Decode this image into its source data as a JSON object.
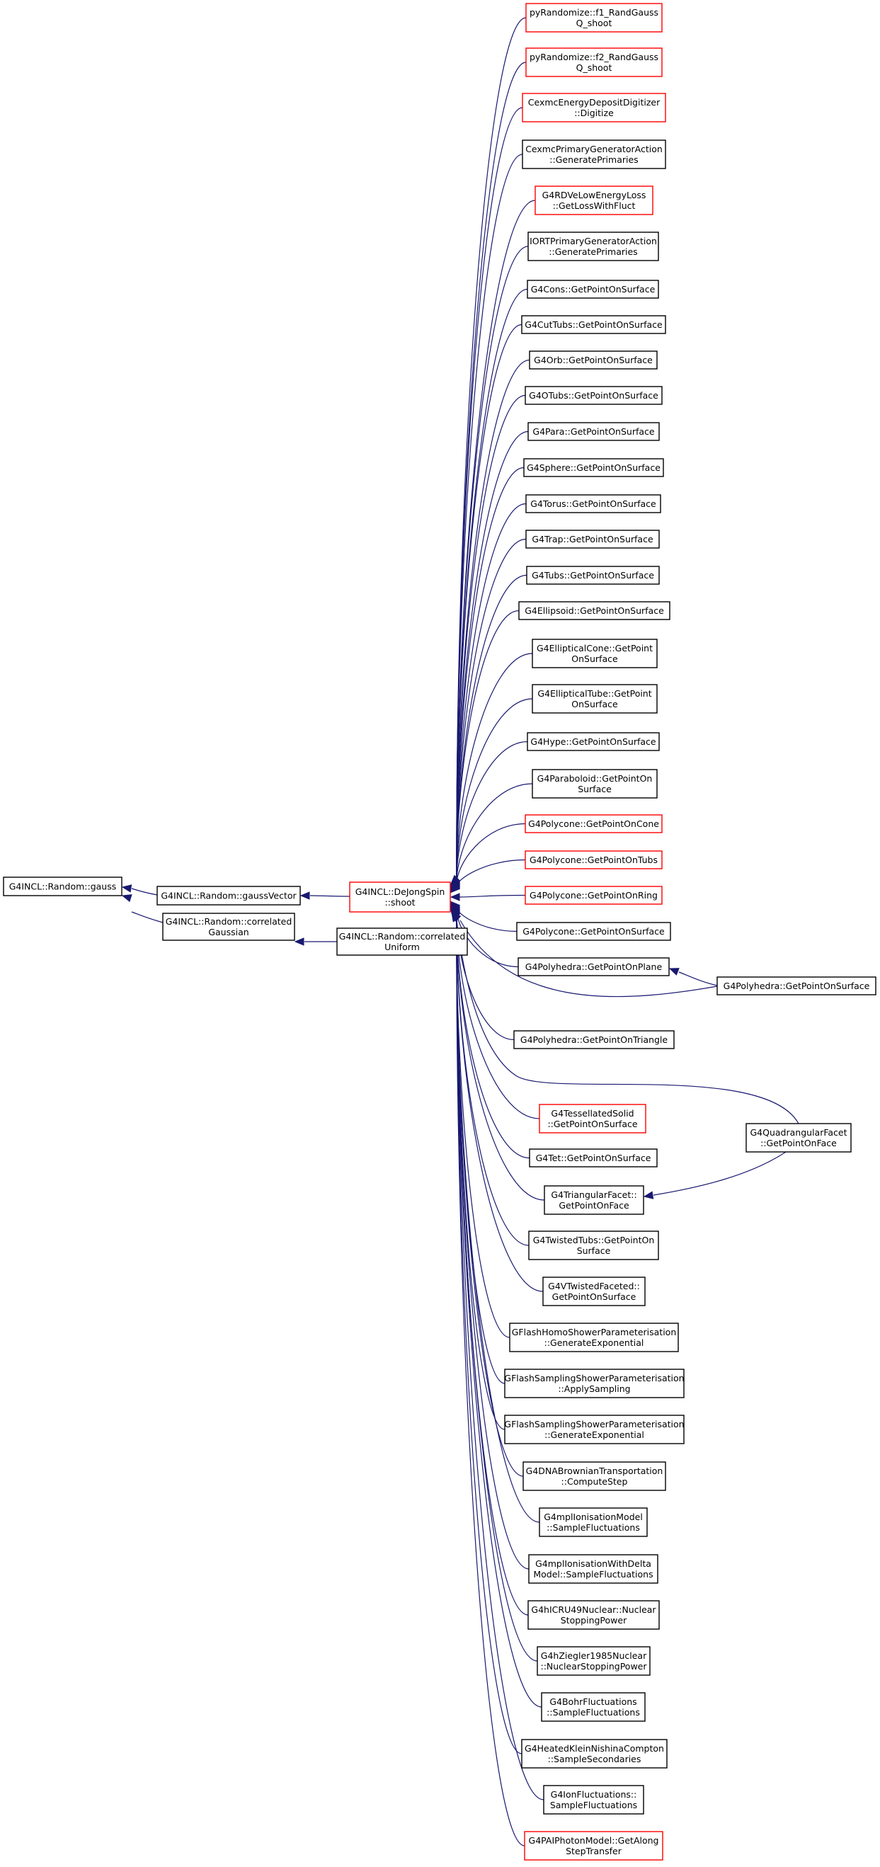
{
  "diagram": {
    "colors": {
      "edge": "#191970",
      "border_default": "#000000",
      "border_truncated": "#ff0000",
      "focus_fill": "#bfbfbf",
      "node_fill": "#ffffff"
    },
    "nodes": [
      {
        "id": "gauss",
        "lines": [
          "G4INCL::Random::gauss"
        ],
        "kind": "focus"
      },
      {
        "id": "gaussVector",
        "lines": [
          "G4INCL::Random::gaussVector"
        ],
        "kind": "normal"
      },
      {
        "id": "corrGauss",
        "lines": [
          "G4INCL::Random::correlated",
          "Gaussian"
        ],
        "kind": "normal"
      },
      {
        "id": "dejong",
        "lines": [
          "G4INCL::DeJongSpin",
          "::shoot"
        ],
        "kind": "truncated"
      },
      {
        "id": "corrUniform",
        "lines": [
          "G4INCL::Random::correlated",
          "Uniform"
        ],
        "kind": "normal"
      },
      {
        "id": "pyF1",
        "lines": [
          "pyRandomize::f1_RandGauss",
          "Q_shoot"
        ],
        "kind": "truncated"
      },
      {
        "id": "pyF2",
        "lines": [
          "pyRandomize::f2_RandGauss",
          "Q_shoot"
        ],
        "kind": "truncated"
      },
      {
        "id": "cexmcDigi",
        "lines": [
          "CexmcEnergyDepositDigitizer",
          "::Digitize"
        ],
        "kind": "truncated"
      },
      {
        "id": "cexmcPGA",
        "lines": [
          "CexmcPrimaryGeneratorAction",
          "::GeneratePrimaries"
        ],
        "kind": "normal"
      },
      {
        "id": "rdVeLow",
        "lines": [
          "G4RDVeLowEnergyLoss",
          "::GetLossWithFluct"
        ],
        "kind": "truncated"
      },
      {
        "id": "iortPGA",
        "lines": [
          "IORTPrimaryGeneratorAction",
          "::GeneratePrimaries"
        ],
        "kind": "normal"
      },
      {
        "id": "cons",
        "lines": [
          "G4Cons::GetPointOnSurface"
        ],
        "kind": "normal"
      },
      {
        "id": "cutTubs",
        "lines": [
          "G4CutTubs::GetPointOnSurface"
        ],
        "kind": "normal"
      },
      {
        "id": "orb",
        "lines": [
          "G4Orb::GetPointOnSurface"
        ],
        "kind": "normal"
      },
      {
        "id": "otubs",
        "lines": [
          "G4OTubs::GetPointOnSurface"
        ],
        "kind": "normal"
      },
      {
        "id": "para",
        "lines": [
          "G4Para::GetPointOnSurface"
        ],
        "kind": "normal"
      },
      {
        "id": "sphere",
        "lines": [
          "G4Sphere::GetPointOnSurface"
        ],
        "kind": "normal"
      },
      {
        "id": "torus",
        "lines": [
          "G4Torus::GetPointOnSurface"
        ],
        "kind": "normal"
      },
      {
        "id": "trap",
        "lines": [
          "G4Trap::GetPointOnSurface"
        ],
        "kind": "normal"
      },
      {
        "id": "tubs",
        "lines": [
          "G4Tubs::GetPointOnSurface"
        ],
        "kind": "normal"
      },
      {
        "id": "ellipsoid",
        "lines": [
          "G4Ellipsoid::GetPointOnSurface"
        ],
        "kind": "normal"
      },
      {
        "id": "ellCone",
        "lines": [
          "G4EllipticalCone::GetPoint",
          "OnSurface"
        ],
        "kind": "normal"
      },
      {
        "id": "ellTube",
        "lines": [
          "G4EllipticalTube::GetPoint",
          "OnSurface"
        ],
        "kind": "normal"
      },
      {
        "id": "hype",
        "lines": [
          "G4Hype::GetPointOnSurface"
        ],
        "kind": "normal"
      },
      {
        "id": "paraboloid",
        "lines": [
          "G4Paraboloid::GetPointOn",
          "Surface"
        ],
        "kind": "normal"
      },
      {
        "id": "polyconeCone",
        "lines": [
          "G4Polycone::GetPointOnCone"
        ],
        "kind": "truncated"
      },
      {
        "id": "polyconeTubs",
        "lines": [
          "G4Polycone::GetPointOnTubs"
        ],
        "kind": "truncated"
      },
      {
        "id": "polyconeRing",
        "lines": [
          "G4Polycone::GetPointOnRing"
        ],
        "kind": "truncated"
      },
      {
        "id": "polyconeSurf",
        "lines": [
          "G4Polycone::GetPointOnSurface"
        ],
        "kind": "normal"
      },
      {
        "id": "polyhedraPlane",
        "lines": [
          "G4Polyhedra::GetPointOnPlane"
        ],
        "kind": "normal"
      },
      {
        "id": "polyhedraSurf",
        "lines": [
          "G4Polyhedra::GetPointOnSurface"
        ],
        "kind": "normal"
      },
      {
        "id": "polyhedraTri",
        "lines": [
          "G4Polyhedra::GetPointOnTriangle"
        ],
        "kind": "normal"
      },
      {
        "id": "tessellated",
        "lines": [
          "G4TessellatedSolid",
          "::GetPointOnSurface"
        ],
        "kind": "truncated"
      },
      {
        "id": "quadFacet",
        "lines": [
          "G4QuadrangularFacet",
          "::GetPointOnFace"
        ],
        "kind": "normal"
      },
      {
        "id": "tet",
        "lines": [
          "G4Tet::GetPointOnSurface"
        ],
        "kind": "normal"
      },
      {
        "id": "triFacet",
        "lines": [
          "G4TriangularFacet::",
          "GetPointOnFace"
        ],
        "kind": "normal"
      },
      {
        "id": "twistedTubs",
        "lines": [
          "G4TwistedTubs::GetPointOn",
          "Surface"
        ],
        "kind": "normal"
      },
      {
        "id": "vtwisted",
        "lines": [
          "G4VTwistedFaceted::",
          "GetPointOnSurface"
        ],
        "kind": "normal"
      },
      {
        "id": "gflashHomo",
        "lines": [
          "GFlashHomoShowerParameterisation",
          "::GenerateExponential"
        ],
        "kind": "normal"
      },
      {
        "id": "gflashSampApply",
        "lines": [
          "GFlashSamplingShowerParameterisation",
          "::ApplySampling"
        ],
        "kind": "normal"
      },
      {
        "id": "gflashSampGen",
        "lines": [
          "GFlashSamplingShowerParameterisation",
          "::GenerateExponential"
        ],
        "kind": "normal"
      },
      {
        "id": "dnaBrownian",
        "lines": [
          "G4DNABrownianTransportation",
          "::ComputeStep"
        ],
        "kind": "normal"
      },
      {
        "id": "mplIon",
        "lines": [
          "G4mplIonisationModel",
          "::SampleFluctuations"
        ],
        "kind": "normal"
      },
      {
        "id": "mplIonDelta",
        "lines": [
          "G4mplIonisationWithDelta",
          "Model::SampleFluctuations"
        ],
        "kind": "normal"
      },
      {
        "id": "icru49",
        "lines": [
          "G4hICRU49Nuclear::Nuclear",
          "StoppingPower"
        ],
        "kind": "normal"
      },
      {
        "id": "ziegler",
        "lines": [
          "G4hZiegler1985Nuclear",
          "::NuclearStoppingPower"
        ],
        "kind": "normal"
      },
      {
        "id": "bohr",
        "lines": [
          "G4BohrFluctuations",
          "::SampleFluctuations"
        ],
        "kind": "normal"
      },
      {
        "id": "heatedKN",
        "lines": [
          "G4HeatedKleinNishinaCompton",
          "::SampleSecondaries"
        ],
        "kind": "normal"
      },
      {
        "id": "ionFluct",
        "lines": [
          "G4IonFluctuations::",
          "SampleFluctuations"
        ],
        "kind": "normal"
      },
      {
        "id": "paiPhoton",
        "lines": [
          "G4PAIPhotonModel::GetAlong",
          "StepTransfer"
        ],
        "kind": "truncated"
      }
    ],
    "edges": [
      [
        "gaussVector",
        "gauss"
      ],
      [
        "corrGauss",
        "gauss"
      ],
      [
        "dejong",
        "gaussVector"
      ],
      [
        "corrUniform",
        "corrGauss"
      ],
      [
        "pyF1",
        "dejong"
      ],
      [
        "pyF2",
        "dejong"
      ],
      [
        "cexmcDigi",
        "dejong"
      ],
      [
        "cexmcPGA",
        "dejong"
      ],
      [
        "rdVeLow",
        "dejong"
      ],
      [
        "iortPGA",
        "dejong"
      ],
      [
        "cons",
        "dejong"
      ],
      [
        "cutTubs",
        "dejong"
      ],
      [
        "orb",
        "dejong"
      ],
      [
        "otubs",
        "dejong"
      ],
      [
        "para",
        "dejong"
      ],
      [
        "sphere",
        "dejong"
      ],
      [
        "torus",
        "dejong"
      ],
      [
        "trap",
        "dejong"
      ],
      [
        "tubs",
        "dejong"
      ],
      [
        "ellipsoid",
        "dejong"
      ],
      [
        "ellCone",
        "dejong"
      ],
      [
        "ellTube",
        "dejong"
      ],
      [
        "hype",
        "dejong"
      ],
      [
        "paraboloid",
        "dejong"
      ],
      [
        "polyconeCone",
        "dejong"
      ],
      [
        "polyconeTubs",
        "dejong"
      ],
      [
        "polyconeRing",
        "dejong"
      ],
      [
        "polyconeSurf",
        "dejong"
      ],
      [
        "polyhedraPlane",
        "dejong"
      ],
      [
        "polyhedraSurf",
        "dejong"
      ],
      [
        "polyhedraTri",
        "dejong"
      ],
      [
        "tessellated",
        "dejong"
      ],
      [
        "quadFacet",
        "dejong"
      ],
      [
        "tet",
        "dejong"
      ],
      [
        "triFacet",
        "dejong"
      ],
      [
        "twistedTubs",
        "dejong"
      ],
      [
        "vtwisted",
        "dejong"
      ],
      [
        "gflashHomo",
        "dejong"
      ],
      [
        "gflashSampApply",
        "dejong"
      ],
      [
        "gflashSampGen",
        "dejong"
      ],
      [
        "dnaBrownian",
        "dejong"
      ],
      [
        "mplIon",
        "dejong"
      ],
      [
        "mplIonDelta",
        "dejong"
      ],
      [
        "icru49",
        "dejong"
      ],
      [
        "ziegler",
        "dejong"
      ],
      [
        "bohr",
        "dejong"
      ],
      [
        "heatedKN",
        "dejong"
      ],
      [
        "ionFluct",
        "dejong"
      ],
      [
        "paiPhoton",
        "dejong"
      ],
      [
        "polyhedraSurf",
        "polyhedraPlane"
      ],
      [
        "quadFacet",
        "triFacet"
      ]
    ]
  }
}
